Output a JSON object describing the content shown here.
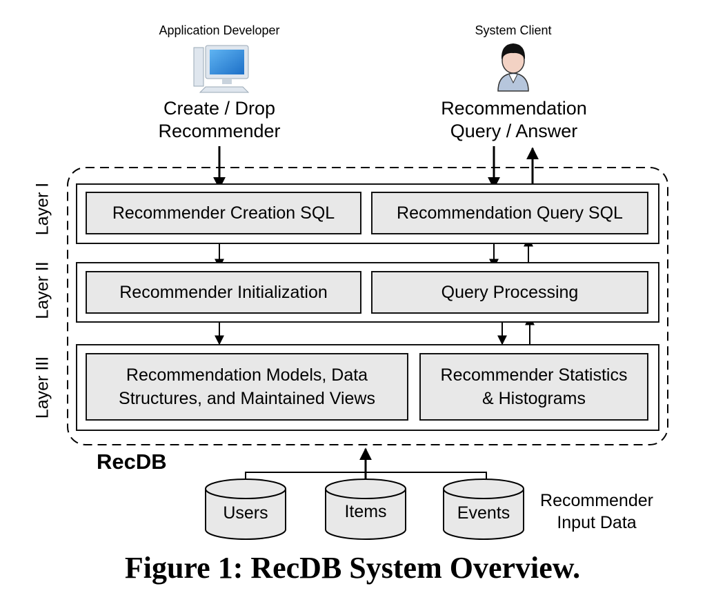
{
  "actors": {
    "developer": {
      "role": "Application Developer",
      "action_line1": "Create / Drop",
      "action_line2": "Recommender"
    },
    "client": {
      "role": "System Client",
      "action_line1": "Recommendation",
      "action_line2": "Query / Answer"
    }
  },
  "layers": [
    {
      "label": "Layer I",
      "boxes": [
        "Recommender Creation SQL",
        "Recommendation Query SQL"
      ]
    },
    {
      "label": "Layer II",
      "boxes": [
        "Recommender Initialization",
        "Query Processing"
      ]
    },
    {
      "label": "Layer III",
      "boxes": [
        "Recommendation Models, Data\nStructures, and Maintained Views",
        "Recommender Statistics\n& Histograms"
      ]
    }
  ],
  "system_name": "RecDB",
  "inputs": {
    "tables": [
      "Users",
      "Items",
      "Events"
    ],
    "label_line1": "Recommender",
    "label_line2": "Input Data"
  },
  "caption": "Figure 1: RecDB System Overview."
}
